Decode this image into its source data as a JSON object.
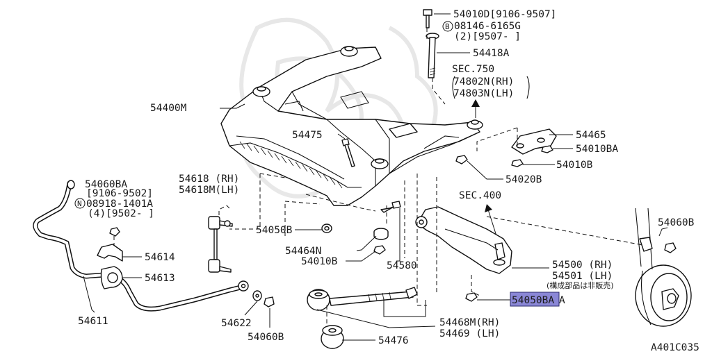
{
  "diagram_id": "A401C035",
  "highlight": {
    "label": "54050BA",
    "color": "#8a87d6"
  },
  "colors": {
    "line": "#111111",
    "background": "#ffffff",
    "watermark": "#eeeeee"
  },
  "labels": {
    "bolt_top": "54010D[9106-9507]",
    "bolt_top_alt": "08146-6165G",
    "bolt_top_alt_qty": "(2)[9507-    ]",
    "bolt_top_alt_circle": "B",
    "p54418A": "54418A",
    "sec750": "SEC.750",
    "p74802N": "74802N(RH)",
    "p74803N": "74803N(LH)",
    "p54400M": "54400M",
    "p54475": "54475",
    "p54465": "54465",
    "p54010BA_r": "54010BA",
    "p54010B_r": "54010B",
    "p54020B": "54020B",
    "sec400": "SEC.400",
    "p54060BA": "54060BA",
    "p54060BA_date": "[9106-9502]",
    "nut_alt": "08918-1401A",
    "nut_alt_circle": "N",
    "nut_alt_qty": "(4)[9502-    ]",
    "p54618": "54618 (RH)",
    "p54618M": "54618M(LH)",
    "p54050B": "54050B",
    "p54464N": "54464N",
    "p54010B_c": "54010B",
    "p54580": "54580",
    "p54614": "54614",
    "p54613": "54613",
    "p54611": "54611",
    "p54622": "54622",
    "p54060B_b": "54060B",
    "p54476": "54476",
    "p54468M": "54468M(RH)",
    "p54469": "54469 (LH)",
    "p54500": "54500 (RH)",
    "p54501": "54501 (LH)",
    "p54501_note": "(構成部品は非販売)",
    "p54060B_r": "54060B",
    "p54050BA_rest": "A"
  }
}
